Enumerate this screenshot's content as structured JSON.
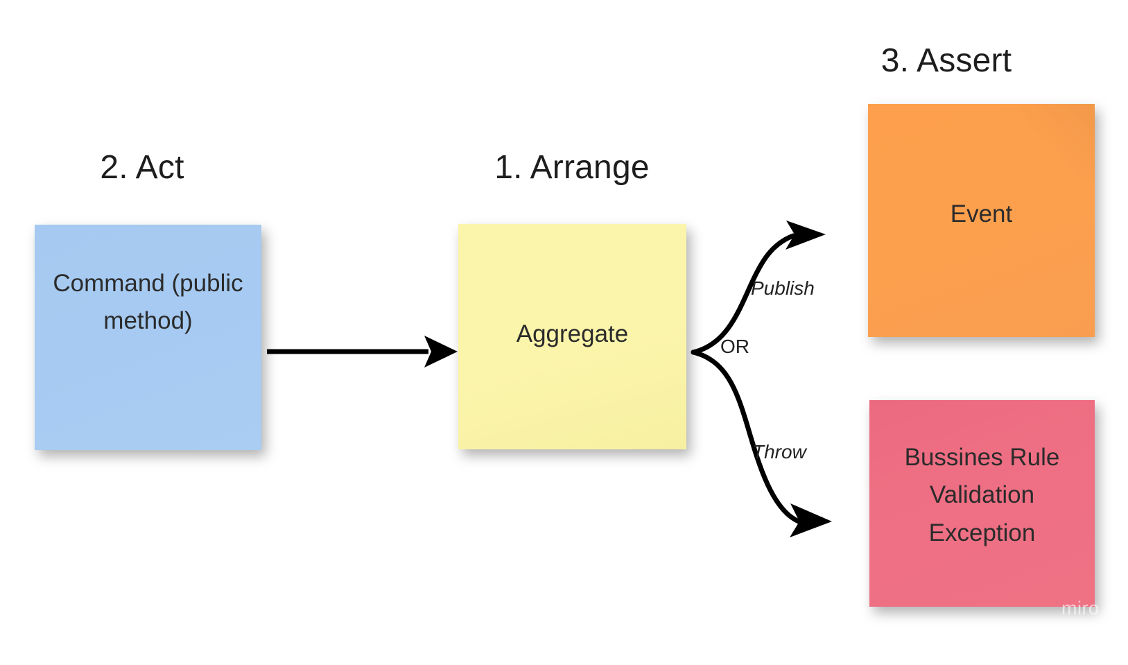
{
  "board": {
    "background_color": "#ffffff",
    "watermark": "miro"
  },
  "headings": {
    "act": "2. Act",
    "arrange": "1. Arrange",
    "assert": "3. Assert"
  },
  "notes": {
    "command": {
      "text": "Command (public method)",
      "color": "#a6caf1"
    },
    "aggregate": {
      "text": "Aggregate",
      "color": "#fbf5ab"
    },
    "event": {
      "text": "Event",
      "color": "#fca04e"
    },
    "exception": {
      "text": "Bussines Rule Validation Exception",
      "color": "#ee7184"
    }
  },
  "edges": {
    "command_to_aggregate": {
      "label": ""
    },
    "publish": {
      "label": "Publish"
    },
    "or": {
      "label": "OR"
    },
    "throw": {
      "label": "Throw"
    }
  },
  "colors": {
    "heading_text": "#1d1d1d",
    "note_text": "#2b2b2b",
    "connector": "#000000"
  }
}
